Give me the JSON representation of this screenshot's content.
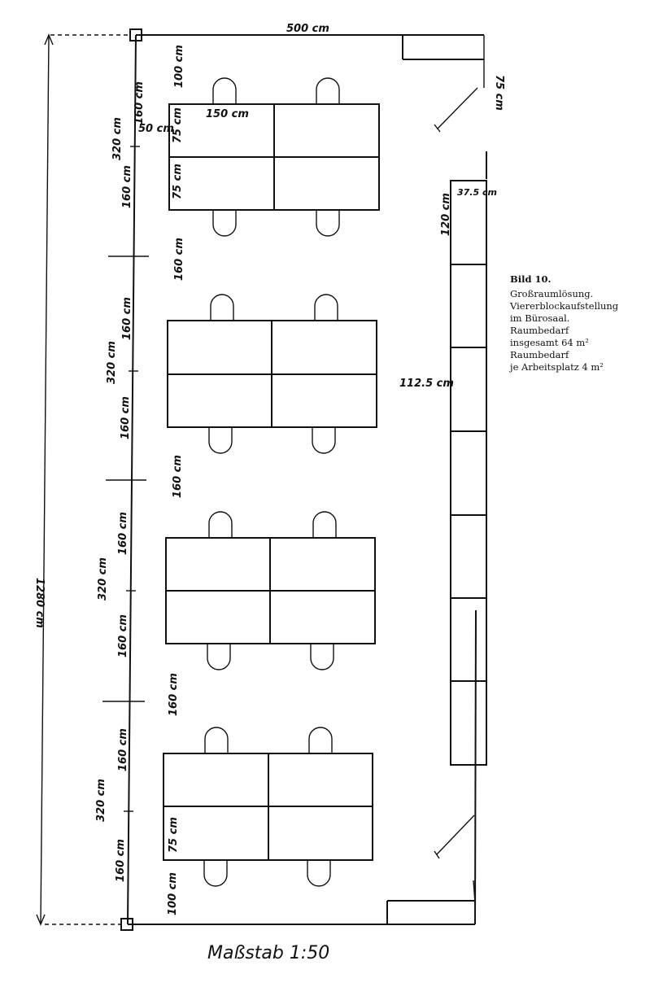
{
  "caption": {
    "title": "Bild 10.",
    "lines": [
      "Großraumlösung.",
      "Viererblockaufstellung",
      "im Bürosaal.",
      "Raumbedarf",
      "insgesamt 64 m²",
      "Raumbedarf",
      "je Arbeitsplatz 4 m²"
    ]
  },
  "dimensions": {
    "room_width": "500 cm",
    "room_length": "1280 cm",
    "corner_right": "75 cm",
    "chair_clearance_top": "100 cm",
    "chair_clearance_bottom": "100 cm",
    "desk_width": "150 cm",
    "desk_depth_a": "75 cm",
    "desk_depth_b": "75 cm",
    "desk_depth_c": "75 cm",
    "aisle_left": "50 cm",
    "half_block": "160 cm",
    "block": "320 cm",
    "aisle_between_blocks": "160 cm",
    "cabinet_width": "37.5 cm",
    "cabinet_unit": "120 cm",
    "center_aisle": "112.5 cm"
  },
  "scale": "Maßstab 1:50"
}
